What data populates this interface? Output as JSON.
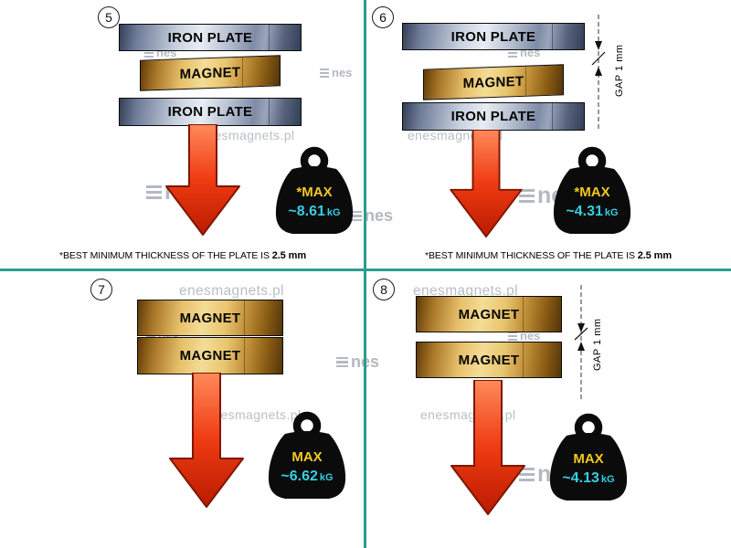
{
  "colors": {
    "divider": "#2a9d8f",
    "max_yellow": "#f2c91e",
    "value_cyan": "#35cfe3",
    "arrow_red": "#ef3b12"
  },
  "watermark": {
    "site": "enesmagnets.pl",
    "logo_text": "nes"
  },
  "panels": [
    {
      "number": "5",
      "layers": [
        {
          "label": "IRON PLATE",
          "type": "steel"
        },
        {
          "label": "MAGNET",
          "type": "gold"
        },
        {
          "label": "IRON PLATE",
          "type": "steel"
        }
      ],
      "weight": {
        "max_label": "*MAX",
        "value": "~8.61",
        "unit": "kG"
      },
      "footnote": {
        "text": "*BEST MINIMUM THICKNESS OF THE PLATE IS ",
        "bold": "2.5 mm"
      }
    },
    {
      "number": "6",
      "layers": [
        {
          "label": "IRON PLATE",
          "type": "steel"
        },
        {
          "label": "MAGNET",
          "type": "gold"
        },
        {
          "label": "IRON PLATE",
          "type": "steel"
        }
      ],
      "gap_label": "GAP 1 mm",
      "weight": {
        "max_label": "*MAX",
        "value": "~4.31",
        "unit": "kG"
      },
      "footnote": {
        "text": "*BEST MINIMUM THICKNESS OF THE PLATE IS ",
        "bold": "2.5 mm"
      }
    },
    {
      "number": "7",
      "layers": [
        {
          "label": "MAGNET",
          "type": "gold"
        },
        {
          "label": "MAGNET",
          "type": "gold"
        }
      ],
      "weight": {
        "max_label": "MAX",
        "value": "~6.62",
        "unit": "kG"
      }
    },
    {
      "number": "8",
      "layers": [
        {
          "label": "MAGNET",
          "type": "gold"
        },
        {
          "label": "MAGNET",
          "type": "gold"
        }
      ],
      "gap_label": "GAP 1 mm",
      "weight": {
        "max_label": "MAX",
        "value": "~4.13",
        "unit": "kG"
      }
    }
  ]
}
